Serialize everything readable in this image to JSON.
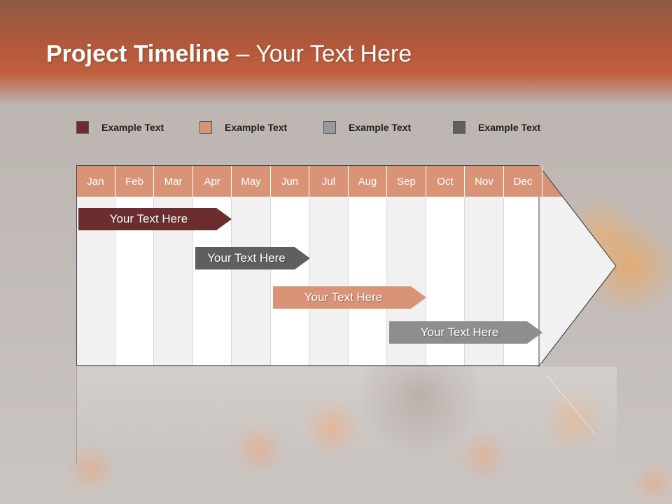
{
  "slide": {
    "title_bold": "Project Timeline",
    "title_rest": " – Your Text Here"
  },
  "legend": [
    {
      "label": "Example Text",
      "color": "#6b2d2e"
    },
    {
      "label": "Example Text",
      "color": "#d99478"
    },
    {
      "label": "Example Text",
      "color": "#9a9a9a"
    },
    {
      "label": "Example Text",
      "color": "#5f5f5f"
    }
  ],
  "months": [
    "Jan",
    "Feb",
    "Mar",
    "Apr",
    "May",
    "Jun",
    "Jul",
    "Aug",
    "Sep",
    "Oct",
    "Nov",
    "Dec"
  ],
  "tasks": [
    {
      "label": "Your  Text Here",
      "color": "#6b2d2e",
      "start_month": "Jan",
      "end_month": "Apr"
    },
    {
      "label": "Your  Text Here",
      "color": "#5f5f5f",
      "start_month": "Apr",
      "end_month": "Jun"
    },
    {
      "label": "Your  Text Here",
      "color": "#d99478",
      "start_month": "Jun",
      "end_month": "Sep"
    },
    {
      "label": "Your  Text Here",
      "color": "#8e8e8e",
      "start_month": "Sep",
      "end_month": "Dec"
    }
  ]
}
